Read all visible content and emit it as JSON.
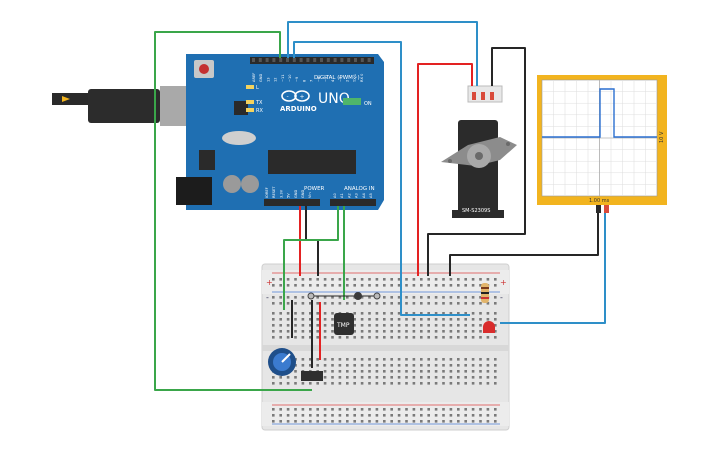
{
  "arduino": {
    "brand": "ARDUINO",
    "model": "UNO",
    "digital_label": "DIGITAL (PWM~)",
    "power_label": "POWER",
    "analog_label": "ANALOG IN",
    "on_label": "ON",
    "led_l": "L",
    "led_tx": "TX",
    "led_rx": "RX",
    "digital_pins": [
      "AREF",
      "GND",
      "13",
      "12",
      "~11",
      "~10",
      "~9",
      "8",
      "7",
      "~6",
      "~5",
      "4",
      "~3",
      "2",
      "TX 1",
      "RX 0"
    ],
    "power_pins": [
      "IOREF",
      "RESET",
      "3.3V",
      "5V",
      "GND",
      "GND",
      "Vin"
    ],
    "analog_pins": [
      "A0",
      "A1",
      "A2",
      "A3",
      "A4",
      "A5"
    ]
  },
  "servo": {
    "label": "SM-S2309S"
  },
  "oscilloscope": {
    "time_label": "1.00 ms",
    "volt_label": "10 V"
  },
  "sensor": {
    "label": "TMP"
  },
  "colors": {
    "board": "#1f6fb2",
    "wire_red": "#e32222",
    "wire_black": "#262626",
    "wire_green": "#3aa64a",
    "wire_blue": "#2e8fc8",
    "scope_frame": "#f2b41f",
    "scope_trace": "#2a6fd0"
  },
  "icons": [
    "usb-plug-icon",
    "arduino-logo-icon",
    "pot-knob-icon",
    "resistor-icon",
    "led-icon"
  ]
}
